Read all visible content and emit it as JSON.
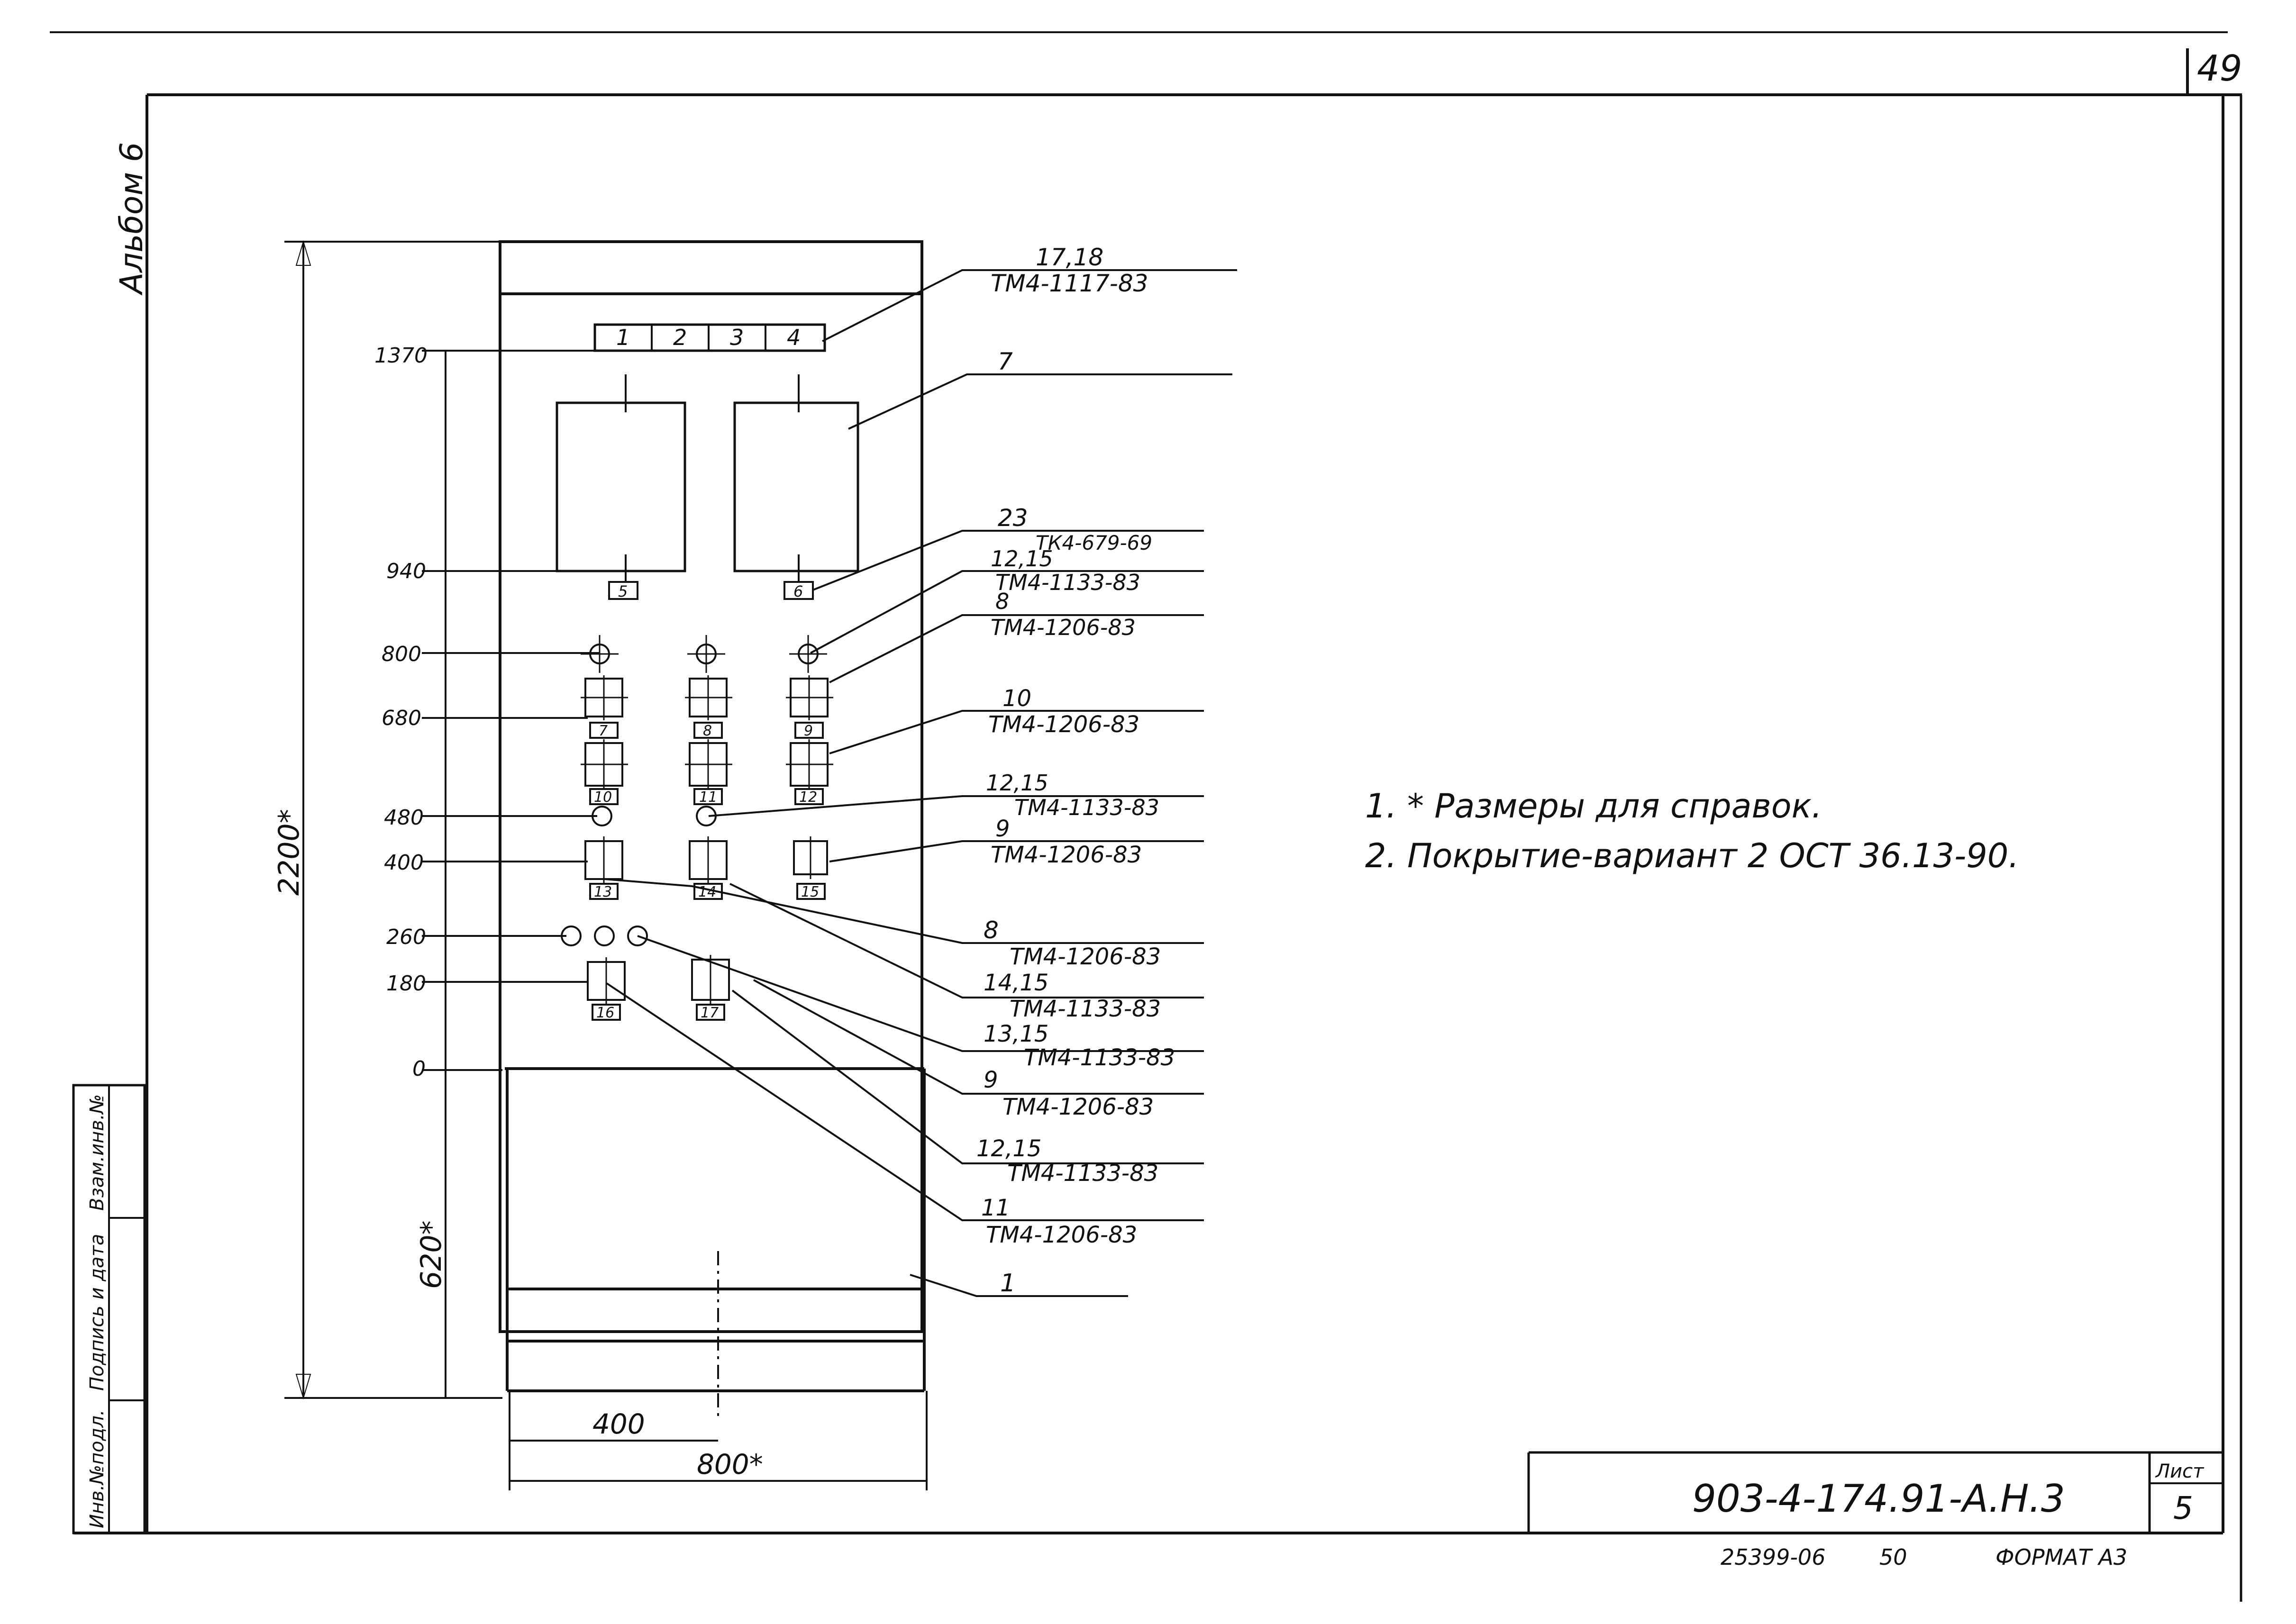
{
  "sheet": {
    "page_number": "49",
    "album": "Альбом 6",
    "designation": "903-4-174.91-А.Н.3",
    "sheet_label": "Лист",
    "sheet_number": "5",
    "bottom_code": "25399-06",
    "bottom_num": "50",
    "format": "ФОРМАТ А3",
    "stamp_cells": [
      "Инв.№подл.",
      "Подпись и дата",
      "Взам.инв.№"
    ]
  },
  "notes": [
    "1. * Размеры для справок.",
    "2. Покрытие-вариант 2 ОСТ 36.13-90."
  ],
  "elevations": [
    "1370",
    "940",
    "800",
    "680",
    "480",
    "400",
    "260",
    "180",
    "0"
  ],
  "dimensions": {
    "height": "2200*",
    "base": "620*",
    "half_width": "400",
    "width": "800*"
  },
  "terminals": [
    "1",
    "2",
    "3",
    "4"
  ],
  "positions": [
    "5",
    "6",
    "7",
    "8",
    "9",
    "10",
    "11",
    "12",
    "13",
    "14",
    "15",
    "16",
    "17"
  ],
  "callouts": [
    {
      "num": "17,18",
      "code": "ТМ4-1117-83"
    },
    {
      "num": "7",
      "code": ""
    },
    {
      "num": "23",
      "code": "ТК4-679-69"
    },
    {
      "num": "12,15",
      "code": "ТМ4-1133-83"
    },
    {
      "num": "8",
      "code": "ТМ4-1206-83"
    },
    {
      "num": "10",
      "code": "ТМ4-1206-83"
    },
    {
      "num": "12,15",
      "code": "ТМ4-1133-83"
    },
    {
      "num": "9",
      "code": "ТМ4-1206-83"
    },
    {
      "num": "8",
      "code": "ТМ4-1206-83"
    },
    {
      "num": "14,15",
      "code": "ТМ4-1133-83"
    },
    {
      "num": "13,15",
      "code": "ТМ4-1133-83"
    },
    {
      "num": "9",
      "code": "ТМ4-1206-83"
    },
    {
      "num": "12,15",
      "code": "ТМ4-1133-83"
    },
    {
      "num": "11",
      "code": "ТМ4-1206-83"
    },
    {
      "num": "1",
      "code": ""
    }
  ]
}
